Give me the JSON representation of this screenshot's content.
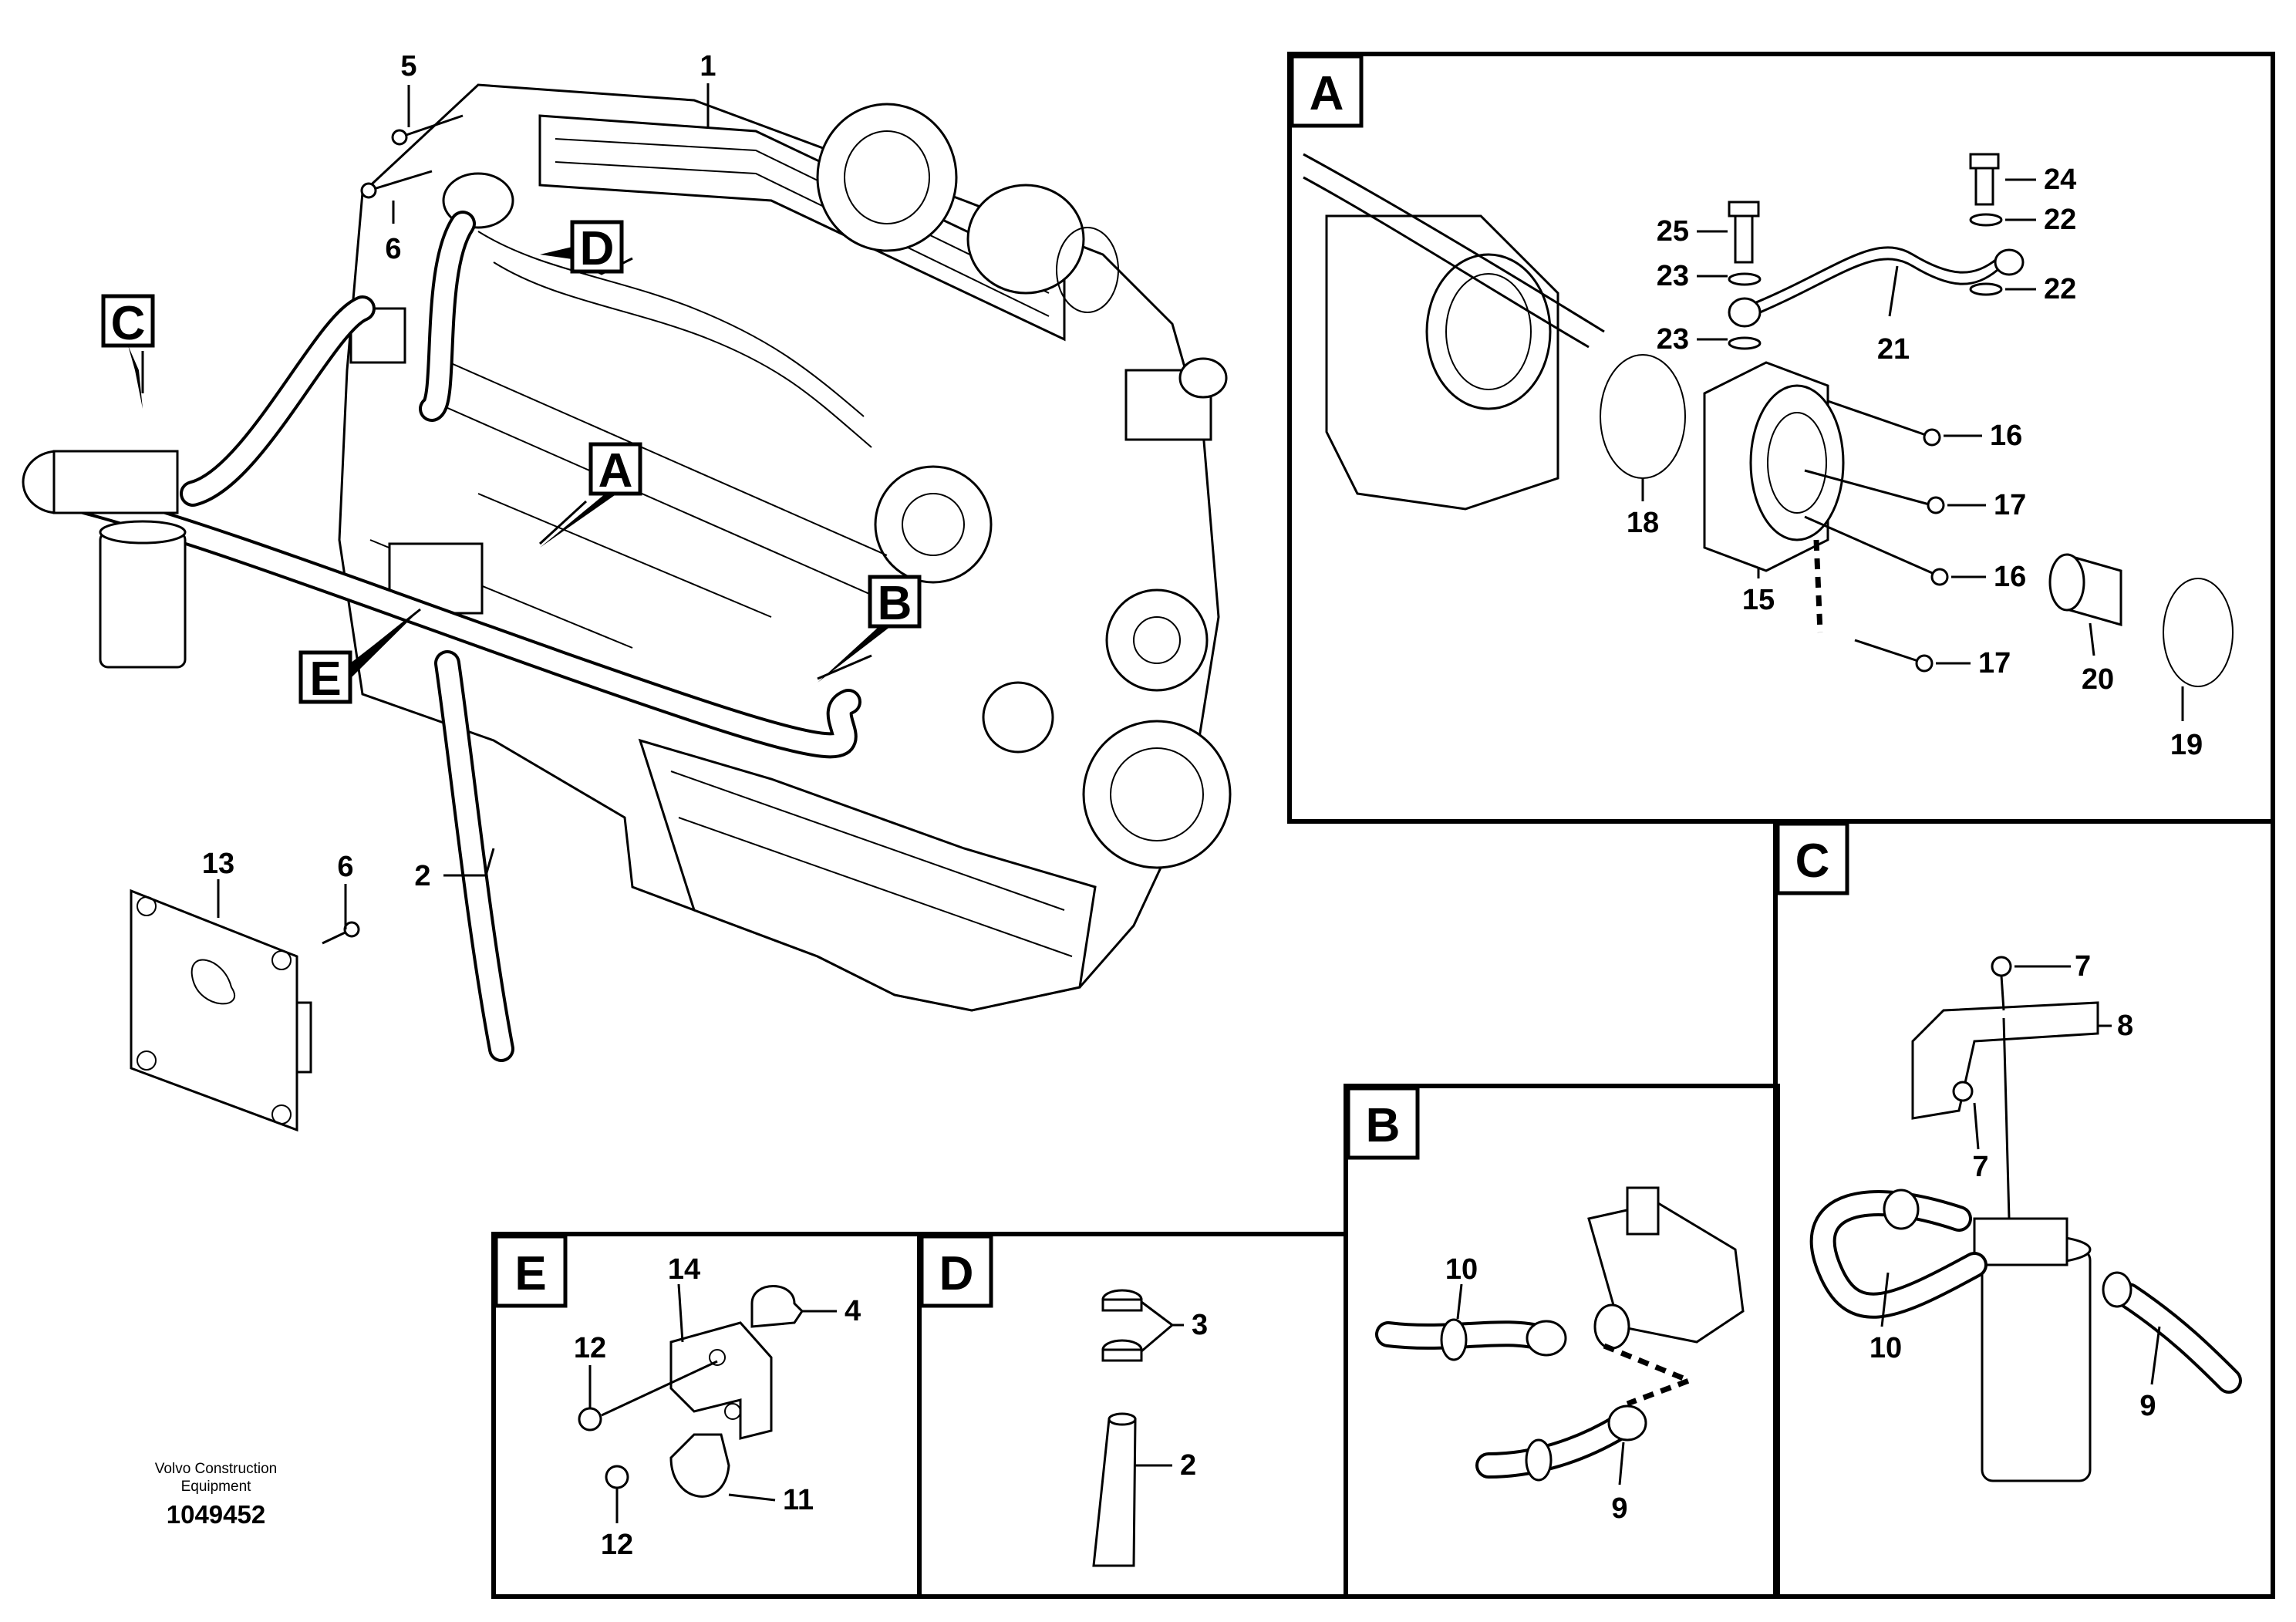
{
  "diagram": {
    "callouts": {
      "c1": "1",
      "c2": "2",
      "c2b": "2",
      "c3": "3",
      "c4": "4",
      "c5": "5",
      "c6a": "6",
      "c6b": "6",
      "c7a": "7",
      "c7b": "7",
      "c8": "8",
      "c9a": "9",
      "c9b": "9",
      "c10a": "10",
      "c10b": "10",
      "c11": "11",
      "c12a": "12",
      "c12b": "12",
      "c13": "13",
      "c14": "14",
      "c15": "15",
      "c16a": "16",
      "c16b": "16",
      "c17a": "17",
      "c17b": "17",
      "c18": "18",
      "c19": "19",
      "c20": "20",
      "c21": "21",
      "c22a": "22",
      "c22b": "22",
      "c23a": "23",
      "c23b": "23",
      "c24": "24",
      "c25": "25"
    },
    "detail_tags": {
      "main_A": "A",
      "main_B": "B",
      "main_C": "C",
      "main_D": "D",
      "main_E": "E",
      "panel_A": "A",
      "panel_B": "B",
      "panel_C": "C",
      "panel_D": "D",
      "panel_E": "E"
    }
  },
  "footer": {
    "brand_line1": "Volvo Construction",
    "brand_line2": "Equipment",
    "drawing_number": "1049452"
  }
}
